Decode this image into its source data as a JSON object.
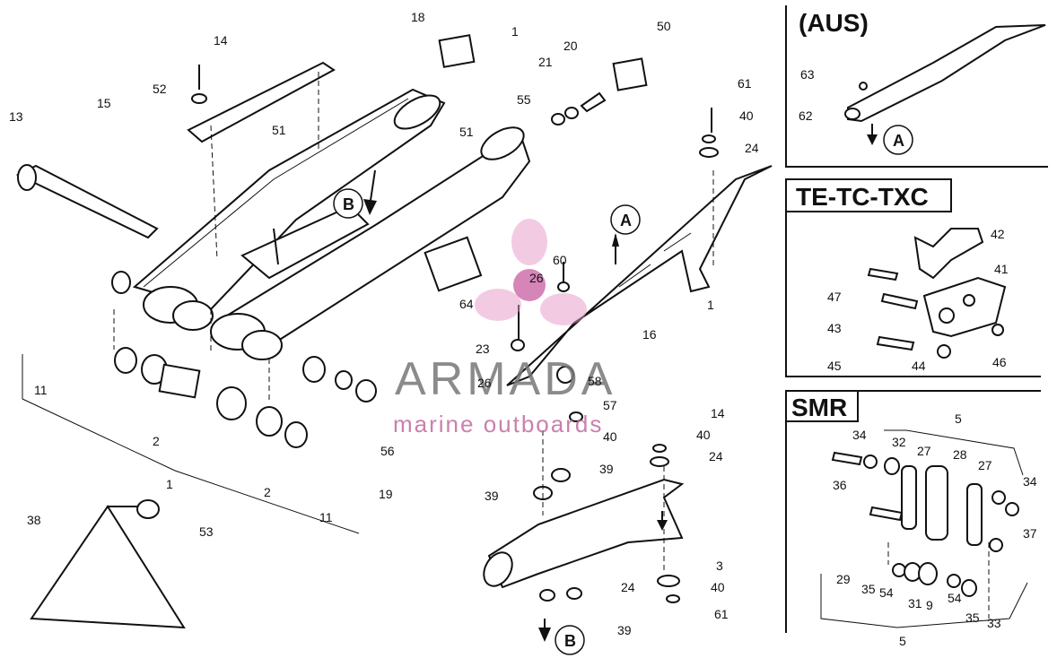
{
  "panels": {
    "aus": {
      "title": "(AUS)",
      "callouts": [
        "63",
        "62"
      ],
      "marker": "A"
    },
    "te_tc_txc": {
      "title": "TE-TC-TXC",
      "callouts": [
        "42",
        "47",
        "43",
        "41",
        "45",
        "44",
        "46"
      ]
    },
    "smr": {
      "title": "SMR",
      "callouts": [
        "5",
        "34",
        "32",
        "27",
        "28",
        "27",
        "34",
        "36",
        "37",
        "29",
        "35",
        "54",
        "31",
        "9",
        "54",
        "35",
        "33",
        "5"
      ]
    }
  },
  "main_callouts": [
    "18",
    "14",
    "52",
    "15",
    "13",
    "51",
    "51",
    "1",
    "55",
    "21",
    "20",
    "50",
    "61",
    "40",
    "24",
    "11",
    "2",
    "53",
    "2",
    "11",
    "56",
    "19",
    "1",
    "38",
    "60",
    "26",
    "64",
    "23",
    "26",
    "58",
    "16",
    "1",
    "57",
    "40",
    "14",
    "40",
    "24",
    "39",
    "39",
    "3",
    "24",
    "40",
    "61",
    "39"
  ],
  "markers": {
    "b_main": "B",
    "a_main": "A",
    "b_bottom": "B"
  },
  "watermark": {
    "brand": "ARMADA",
    "tagline": "marine outboards",
    "accent_color": "#e49ac6"
  }
}
